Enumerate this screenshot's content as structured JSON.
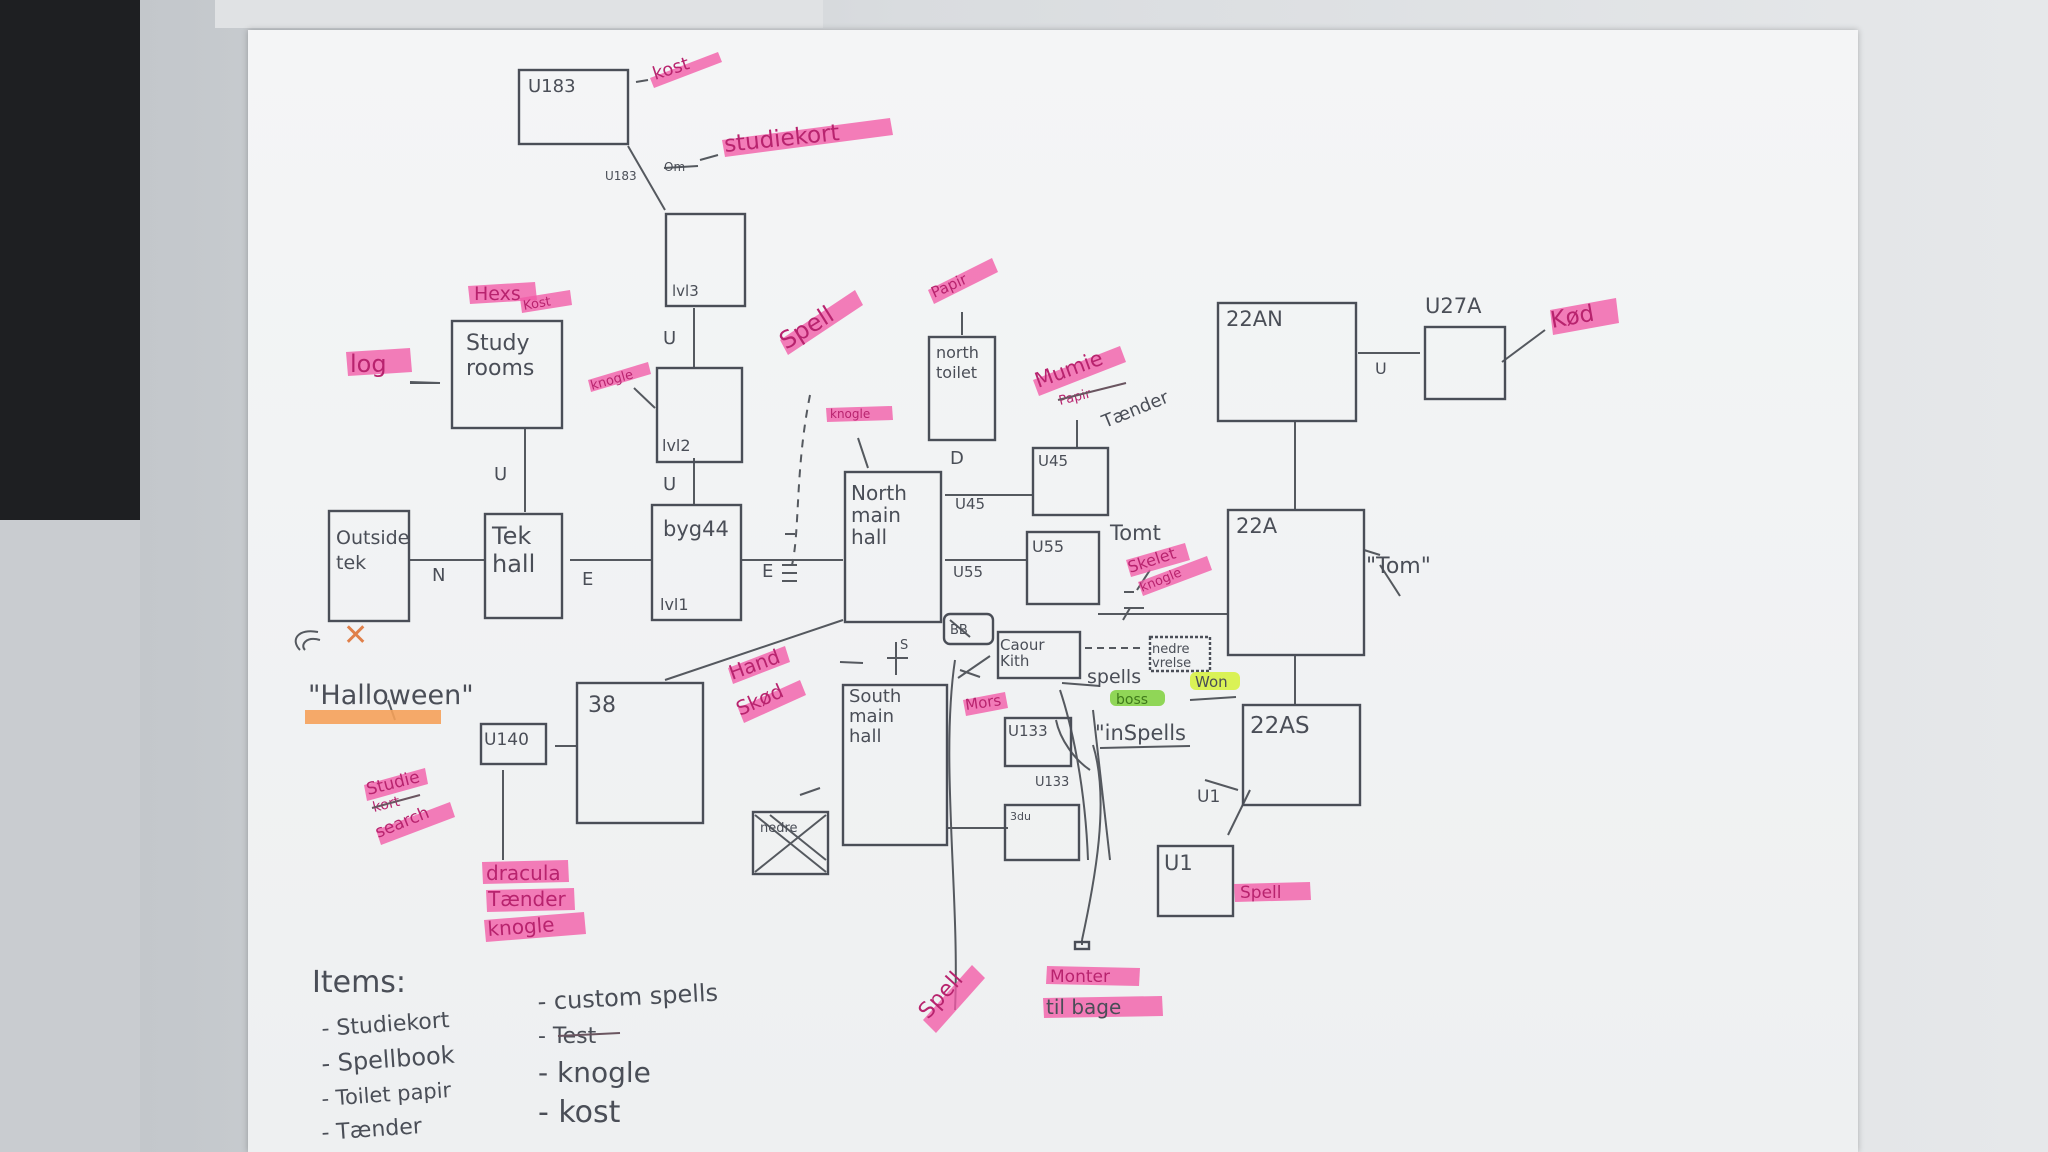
{
  "rooms": {
    "u183": "U183",
    "lvl3": "lvl3",
    "lvl2": "lvl2",
    "study_rooms": "Study\nrooms",
    "outside_tek": "Outside\ntek",
    "tek_hall": "Tek\nhall",
    "byg44": "byg44",
    "lvl1": "lvl1",
    "north_toilet": "north\ntoilet",
    "north_main_hall": "North\nmain\nhall",
    "u45": "U45",
    "u55": "U55",
    "r22an": "22AN",
    "u27a": "U27A",
    "r22a": "22A",
    "r22as": "22AS",
    "r38": "38",
    "u140": "U140",
    "south_main_hall": "South\nmain\nhall",
    "u133": "U133",
    "u133b": "U133",
    "u1": "U1",
    "caour_kith": "Caour\nKith",
    "nedre": "nedre\nvrelse",
    "crossed": "nedre"
  },
  "connectors": {
    "u183_small": "U183",
    "u_study": "U",
    "u_lvl3": "U",
    "u_lvl2": "U",
    "n": "N",
    "e1": "E",
    "e2": "E",
    "d": "D",
    "u45_lbl": "U45",
    "u55_lbl": "U55",
    "u_22an": "U",
    "s": "S",
    "u1_lbl": "U1",
    "bb": "BB"
  },
  "annotations": {
    "kost_top": "kost",
    "studiekort": "studiekort",
    "hexs": "Hexs",
    "kost_hexs": "Kost",
    "log": "log",
    "knogle_lvl2": "knogle",
    "spell_mid": "Spell",
    "papir": "Papir",
    "knogle_north": "knogle",
    "mumie": "Mumie",
    "papir2": "Papir",
    "tander": "Tænder",
    "kod": "Kød",
    "tomt": "Tomt",
    "skelet": "Skelet",
    "knogle_skelet": "knogle",
    "tom_22a": "\"Tom\"",
    "hand": "Hand",
    "skod": "Skød",
    "mors": "Mors",
    "spells": "spells",
    "boss": "boss",
    "won": "Won",
    "in_spells": "\"inSpells",
    "halloween": "\"Halloween\"",
    "studie": "Studie",
    "kort": "kort",
    "search": "search",
    "dracula": "dracula",
    "tander_dracula": "Tænder",
    "knogle_dracula": "knogle",
    "spell_u1": "Spell",
    "spell_bottom": "Spell",
    "monter": "Monter",
    "til_bage": "til bage"
  },
  "items": {
    "heading": "Items:",
    "col1": [
      "- Studiekort",
      "- Spellbook",
      "- Toilet papir",
      "- Tænder"
    ],
    "col2": [
      "- custom spells",
      "- Test",
      "- knogle",
      "- kost"
    ]
  },
  "colors": {
    "pink_highlight": "#f25aa6",
    "orange_highlight": "#f5a15a",
    "green_highlight": "#7fd13b",
    "yellow_highlight": "#d6f23a"
  }
}
